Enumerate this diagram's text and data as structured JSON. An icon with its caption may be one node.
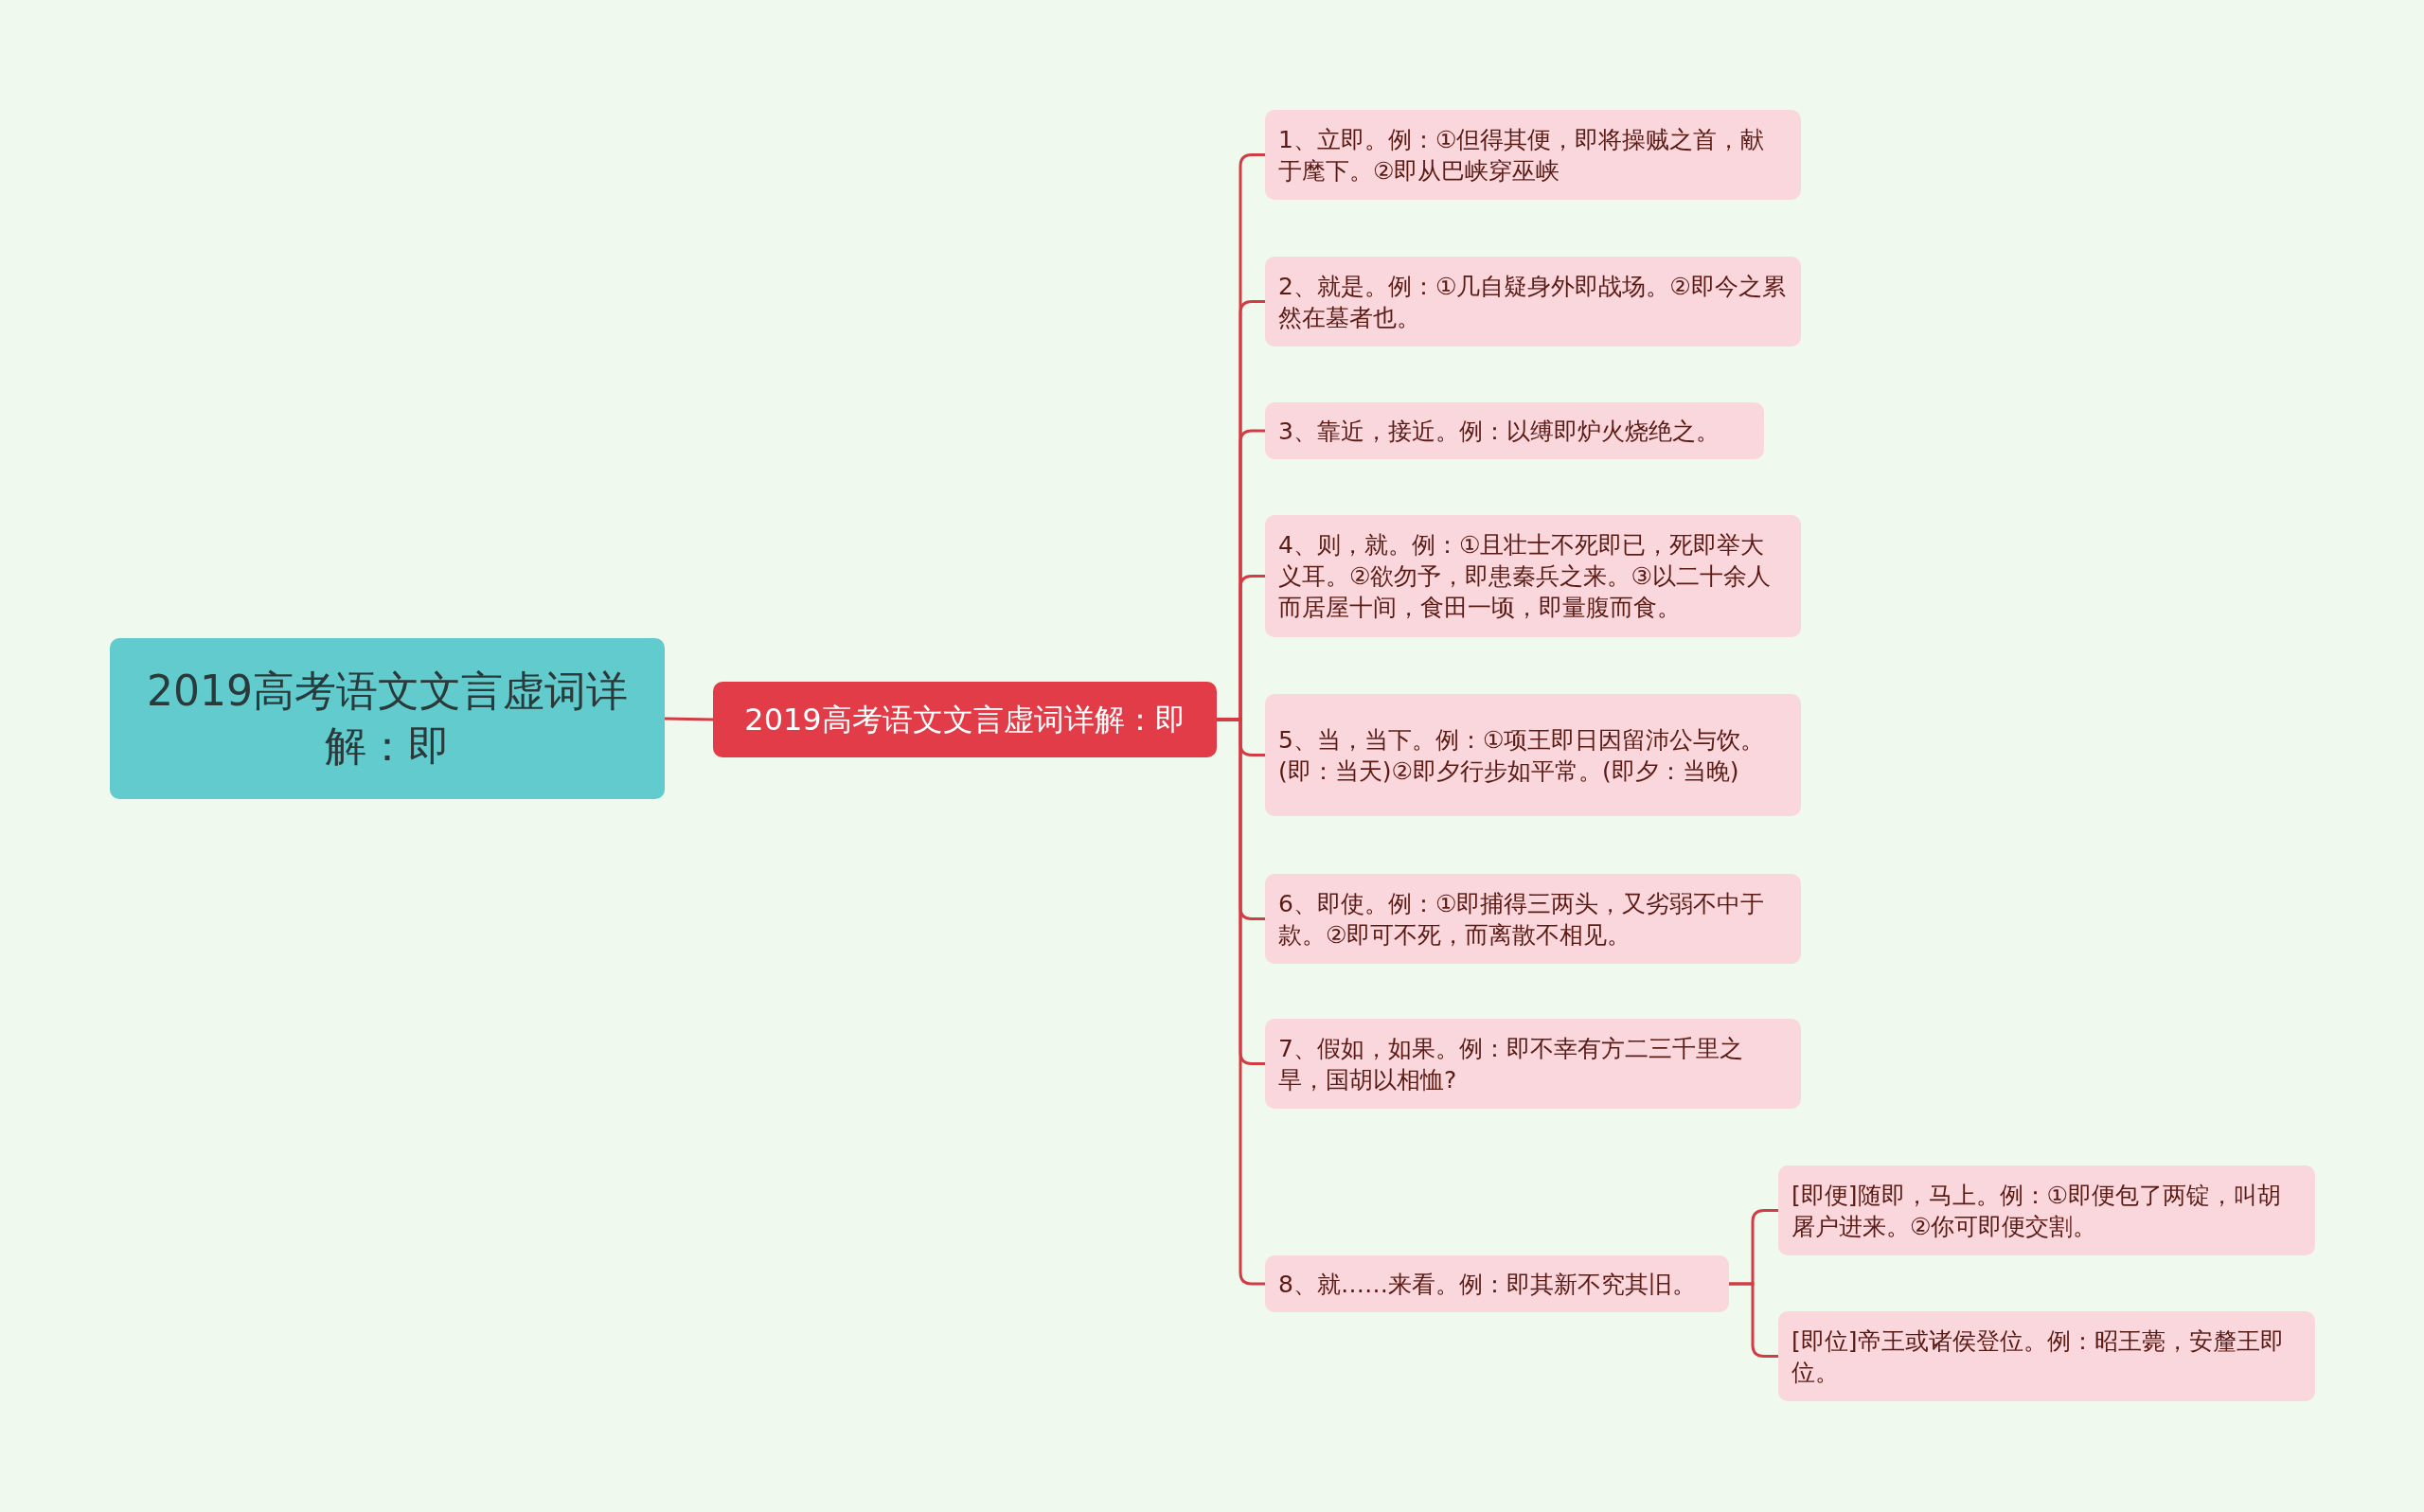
{
  "diagram": {
    "nodes": [
      {
        "text": [
          "2019高考语文文言虚词详解：即"
        ]
      },
      {
        "text": [
          "2019高考语文文言虚词详解：即"
        ]
      },
      {
        "text": [
          "1、立即。例：①但得其便，即将操贼之首，献于麾下。②即从巴峡穿巫峡"
        ]
      },
      {
        "text": [
          "2、就是。例：①几自疑身外即战场。②即今之累然在墓者也。"
        ]
      },
      {
        "text": [
          "3、靠近，接近。例：以缚即炉火烧绝之。"
        ]
      },
      {
        "text": [
          "4、则，就。例：①且壮士不死即已，死即举大义耳。②欲勿予，即患秦兵之来。③以二十余人而居屋十间，食田一顷，即量腹而食。"
        ]
      },
      {
        "text": [
          "5、当，当下。例：①项王即日因留沛公与饮。(即：当天)②即夕行步如平常。(即夕：当晚)"
        ]
      },
      {
        "text": [
          "6、即使。例：①即捕得三两头，又劣弱不中于款。②即可不死，而离散不相见。"
        ]
      },
      {
        "text": [
          "7、假如，如果。例：即不幸有方二三千里之旱，国胡以相恤?"
        ]
      },
      {
        "text": [
          "8、就……来看。例：即其新不究其旧。"
        ]
      },
      {
        "text": [
          "[即便]随即，马上。例：①即便包了两锭，叫胡屠户进来。②你可即便交割。"
        ]
      },
      {
        "text": [
          "[即位]帝王或诸侯登位。例：昭王薨，安釐王即位。"
        ]
      }
    ],
    "edges": [
      {
        "from": 0,
        "to": 1,
        "arrow": "none"
      },
      {
        "from": 1,
        "to": 2,
        "arrow": "none"
      },
      {
        "from": 1,
        "to": 3,
        "arrow": "none"
      },
      {
        "from": 1,
        "to": 4,
        "arrow": "none"
      },
      {
        "from": 1,
        "to": 5,
        "arrow": "none"
      },
      {
        "from": 1,
        "to": 6,
        "arrow": "none"
      },
      {
        "from": 1,
        "to": 7,
        "arrow": "none"
      },
      {
        "from": 1,
        "to": 8,
        "arrow": "none"
      },
      {
        "from": 1,
        "to": 9,
        "arrow": "none"
      },
      {
        "from": 9,
        "to": 10,
        "arrow": "none"
      },
      {
        "from": 9,
        "to": 11,
        "arrow": "none"
      }
    ]
  }
}
